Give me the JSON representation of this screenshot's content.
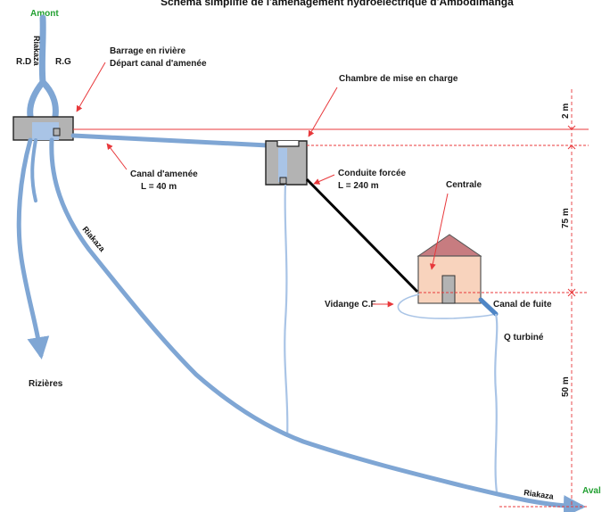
{
  "title": "Schéma simplifié de l'aménagement hydroélectrique d'Ambodimanga",
  "labels": {
    "amont": "Amont",
    "aval": "Aval",
    "rd": "R.D",
    "rg": "R.G",
    "river_top": "Riakaza",
    "river_mid": "Riakaza",
    "river_bottom": "Riakaza",
    "barrage_line1": "Barrage en rivière",
    "barrage_line2": "Départ canal d'amenée",
    "chambre": "Chambre de mise en charge",
    "canal_line1": "Canal d'amenée",
    "canal_line2": "L = 40 m",
    "conduite_line1": "Conduite forcée",
    "conduite_line2": "L = 240 m",
    "centrale": "Centrale",
    "vidange": "Vidange C.F",
    "canal_fuite": "Canal de fuite",
    "q_turbine": "Q turbiné",
    "rizieres": "Rizières",
    "dim_2m": "2 m",
    "dim_75m": "75 m",
    "dim_50m": "50 m"
  },
  "colors": {
    "water": "#7fa6d4",
    "water_light": "#a9c4e6",
    "structure": "#b3b3b3",
    "building_wall": "#f8d3bd",
    "building_roof": "#c77c80",
    "dimension": "#e8383b",
    "penstock": "#000000",
    "green_label": "#22a032"
  }
}
